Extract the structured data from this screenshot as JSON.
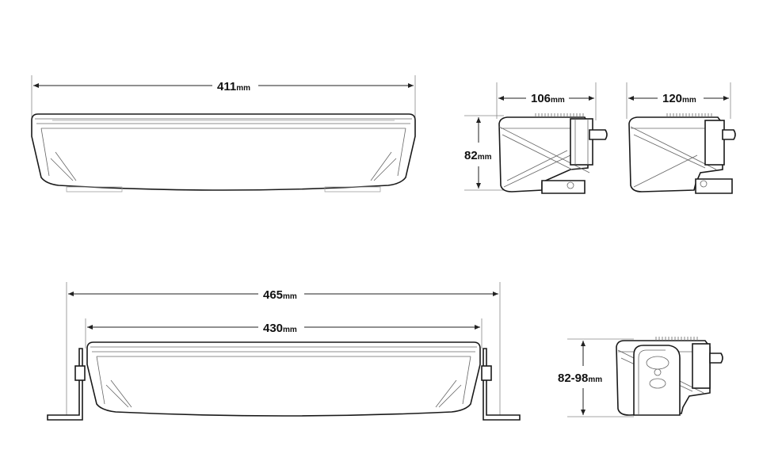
{
  "dimensions": {
    "top_length": {
      "value": "411",
      "unit": "mm"
    },
    "side_depth_a": {
      "value": "106",
      "unit": "mm"
    },
    "side_depth_b": {
      "value": "120",
      "unit": "mm"
    },
    "side_height": {
      "value": "82",
      "unit": "mm"
    },
    "overall_with_brackets": {
      "value": "465",
      "unit": "mm"
    },
    "lens_length": {
      "value": "430",
      "unit": "mm"
    },
    "bracket_height_range": {
      "value": "82-98",
      "unit": "mm"
    }
  },
  "colors": {
    "line": "#222222",
    "background": "#ffffff"
  }
}
